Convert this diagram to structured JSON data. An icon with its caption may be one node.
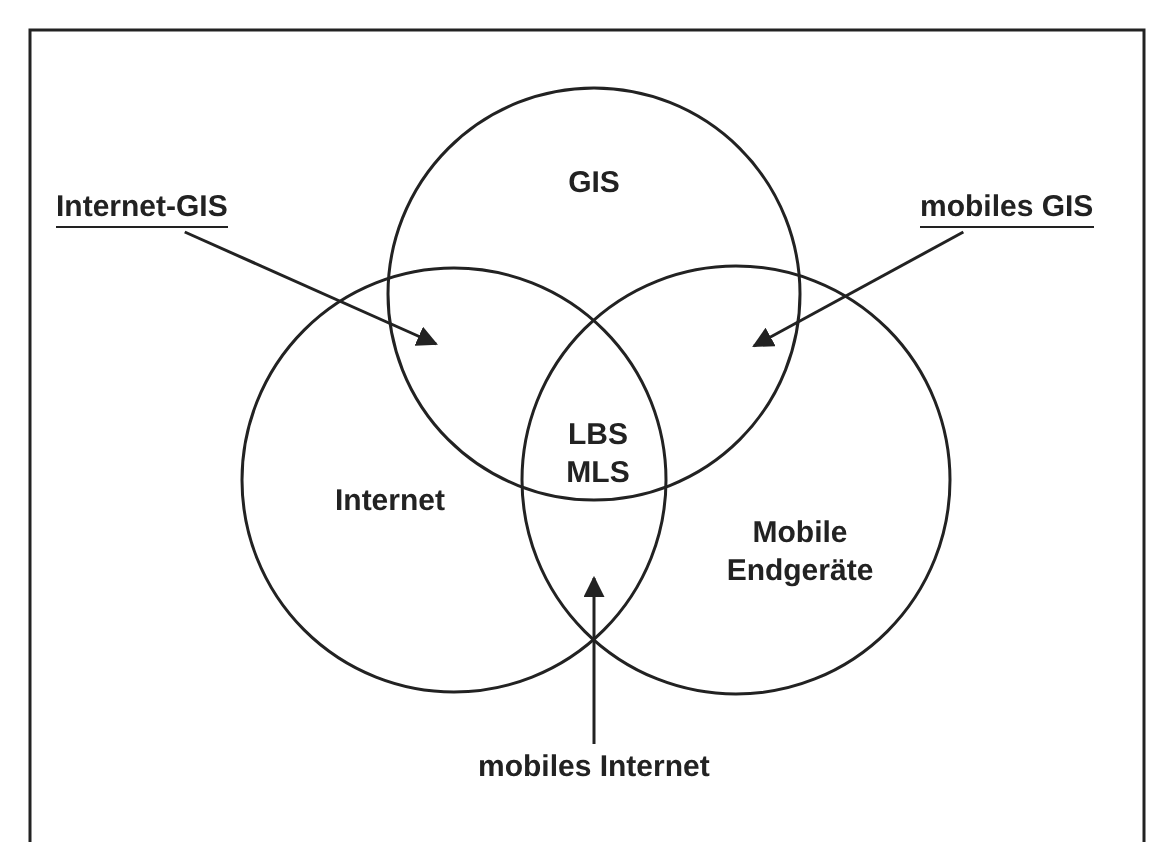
{
  "diagram": {
    "nodes": [
      {
        "text": [
          "GIS"
        ]
      },
      {
        "text": [
          "Internet"
        ]
      },
      {
        "text": [
          "Mobile Endgeräte"
        ]
      },
      {
        "text": [
          "Internet-GIS"
        ]
      },
      {
        "text": [
          "mobiles GIS"
        ]
      },
      {
        "text": [
          "mobiles Internet"
        ]
      }
    ],
    "edges": [
      {
        "from": 3,
        "to": 0,
        "arrow": "to"
      },
      {
        "from": 4,
        "to": 0,
        "arrow": "to"
      },
      {
        "from": 5,
        "to": 1,
        "arrow": "to"
      }
    ],
    "labels": [
      "LBS MLS"
    ]
  }
}
